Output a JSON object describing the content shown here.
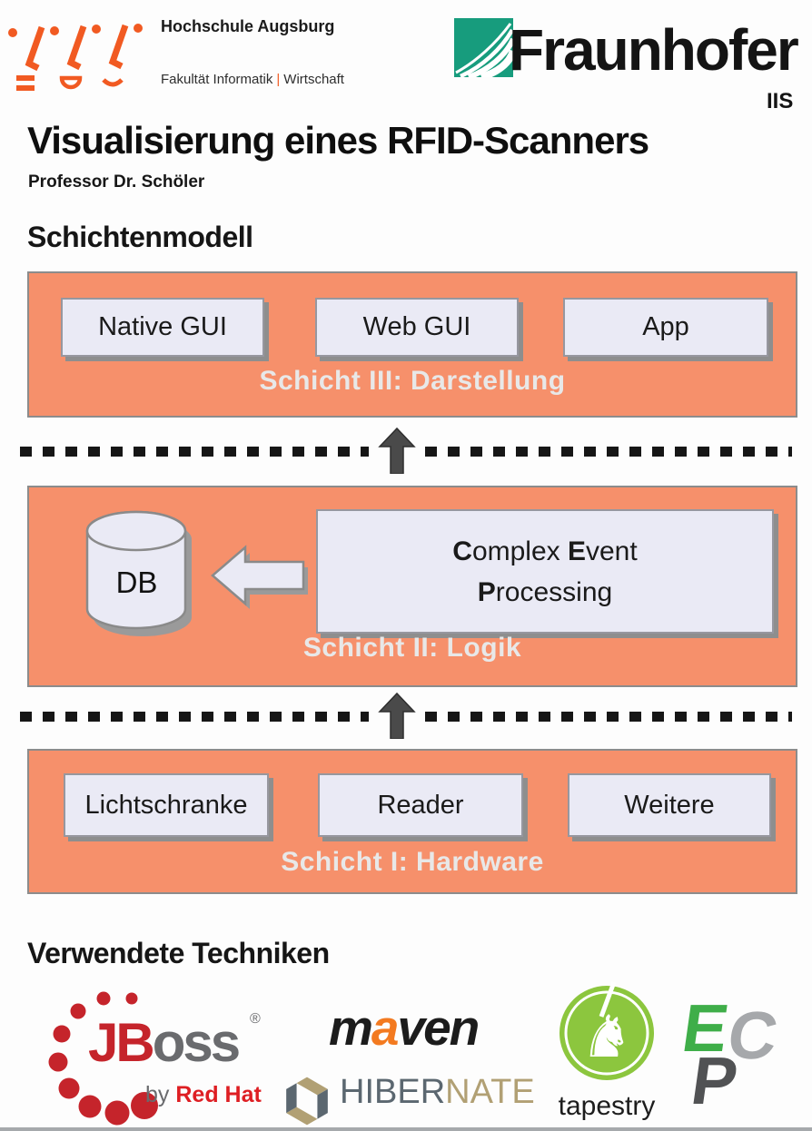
{
  "header": {
    "university_name": "Hochschule Augsburg",
    "faculty_left": "Fakultät Informatik",
    "faculty_sep": "|",
    "faculty_right": "Wirtschaft",
    "fraunhofer_name": "Fraunhofer",
    "fraunhofer_institute": "IIS"
  },
  "title": "Visualisierung eines RFID-Scanners",
  "subtitle": "Professor Dr. Schöler",
  "model_heading": "Schichtenmodell",
  "tech_heading": "Verwendete Techniken",
  "layer3": {
    "label": "Schicht III: Darstellung",
    "boxes": [
      "Native GUI",
      "Web GUI",
      "App"
    ]
  },
  "layer2": {
    "label": "Schicht II: Logik",
    "db_label": "DB",
    "cep": {
      "b1": "C",
      "t1": "omplex ",
      "b2": "E",
      "t2": "vent",
      "b3": "P",
      "t3": "rocessing"
    }
  },
  "layer1": {
    "label": "Schicht I: Hardware",
    "boxes": [
      "Lichtschranke",
      "Reader",
      "Weitere"
    ]
  },
  "logos": {
    "jboss": {
      "name_red": "JB",
      "name_gray": "oss",
      "registered": "®",
      "by": "by ",
      "redhat": "Red Hat"
    },
    "maven": {
      "m": "m",
      "a": "a",
      "ven": "ven"
    },
    "hibernate": {
      "name_slate": "HIBER",
      "name_tan": "NATE"
    },
    "tapestry": {
      "label": "tapestry",
      "horse_glyph": "♞"
    },
    "epc": {
      "e": "E",
      "p": "P",
      "c": "C"
    }
  },
  "colors": {
    "layer_orange": "#F6906B",
    "layer_border": "#8C8C8C",
    "box_fill": "#EAEAF5",
    "box_border": "#97979F",
    "box_shadow": "#8E8E8E",
    "layer_label_text": "#E8E8E8",
    "divider_arrow": "#4A4A4A",
    "hochschule_orange": "#F15A22",
    "fraunhofer_green": "#179C7D",
    "jboss_red": "#C5242B",
    "jboss_gray": "#6A6B6E",
    "redhat_red": "#DE1E23",
    "maven_orange": "#F37A20",
    "hibernate_slate": "#5B6770",
    "hibernate_tan": "#B1A074",
    "tapestry_green": "#8CC63E",
    "epc_green": "#3FAE49",
    "epc_gray": "#A6A8AB",
    "epc_dark": "#515254"
  }
}
